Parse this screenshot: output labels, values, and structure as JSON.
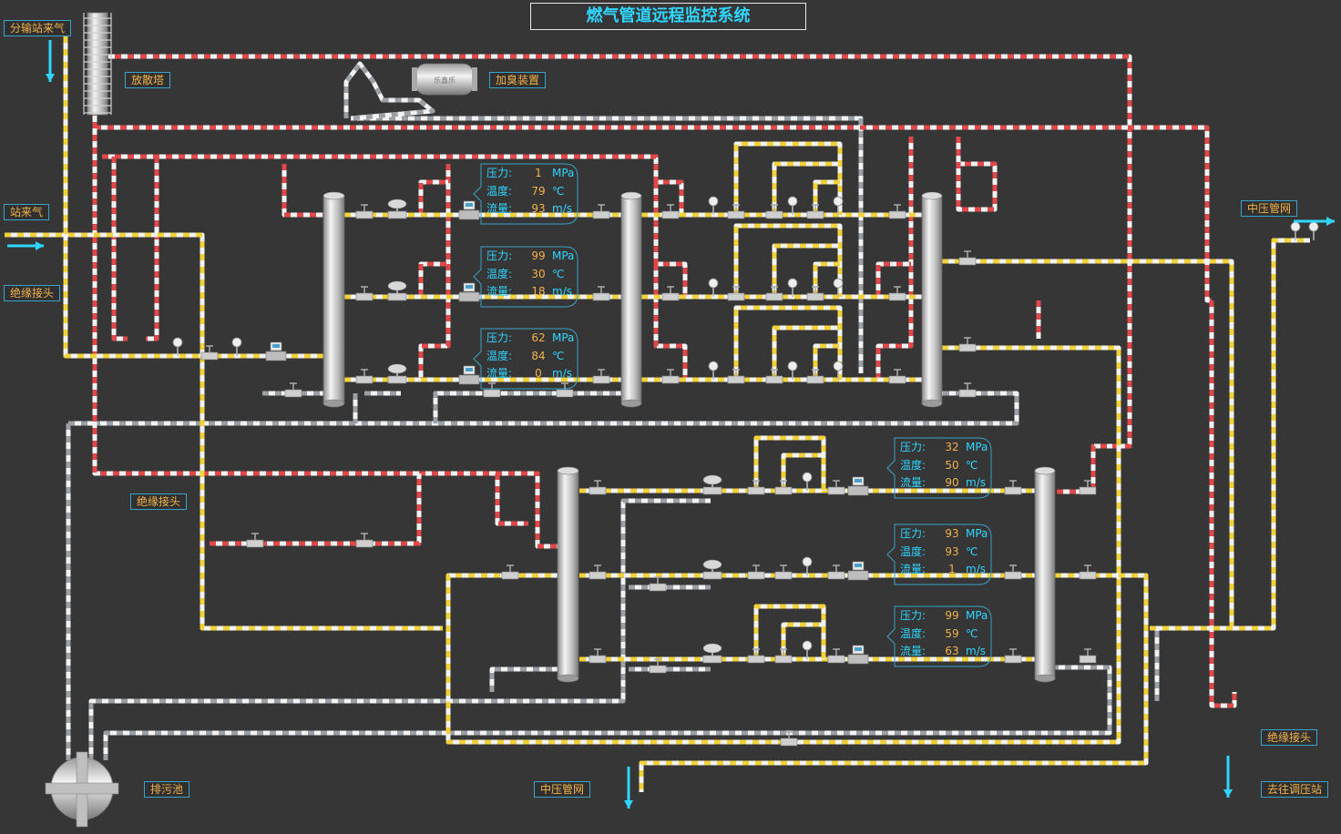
{
  "title": "燃气管道远程监控系统",
  "labels": {
    "inlet_branch": "分输站来气",
    "vent_tower": "放散塔",
    "odorizer": "加臭装置",
    "odorizer_tank": "乐鑫乐",
    "station_inlet": "站来气",
    "insulating_joint_1": "绝缘接头",
    "insulating_joint_2": "绝缘接头",
    "insulating_joint_3": "绝缘接头",
    "mp_network_right": "中压管网",
    "mp_network_bottom": "中压管网",
    "sewage_pool": "排污池",
    "to_regulator": "去往调压站"
  },
  "gauge_keys": {
    "pressure": "压力:",
    "temperature": "温度:",
    "flow": "流量:"
  },
  "gauge_units": {
    "pressure": "MPa",
    "temperature": "℃",
    "flow": "m/s"
  },
  "gauges": [
    {
      "pressure": "1",
      "temperature": "79",
      "flow": "93"
    },
    {
      "pressure": "99",
      "temperature": "30",
      "flow": "18"
    },
    {
      "pressure": "62",
      "temperature": "84",
      "flow": "0"
    },
    {
      "pressure": "32",
      "temperature": "50",
      "flow": "90"
    },
    {
      "pressure": "93",
      "temperature": "93",
      "flow": "1"
    },
    {
      "pressure": "99",
      "temperature": "59",
      "flow": "63"
    }
  ],
  "colors": {
    "background": "#363636",
    "pipe_gas": "#f2d23c",
    "pipe_vent": "#e0484a",
    "pipe_drain": "#9aa0a6",
    "accent": "#2fd6ff",
    "label_text": "#f2b24a"
  }
}
